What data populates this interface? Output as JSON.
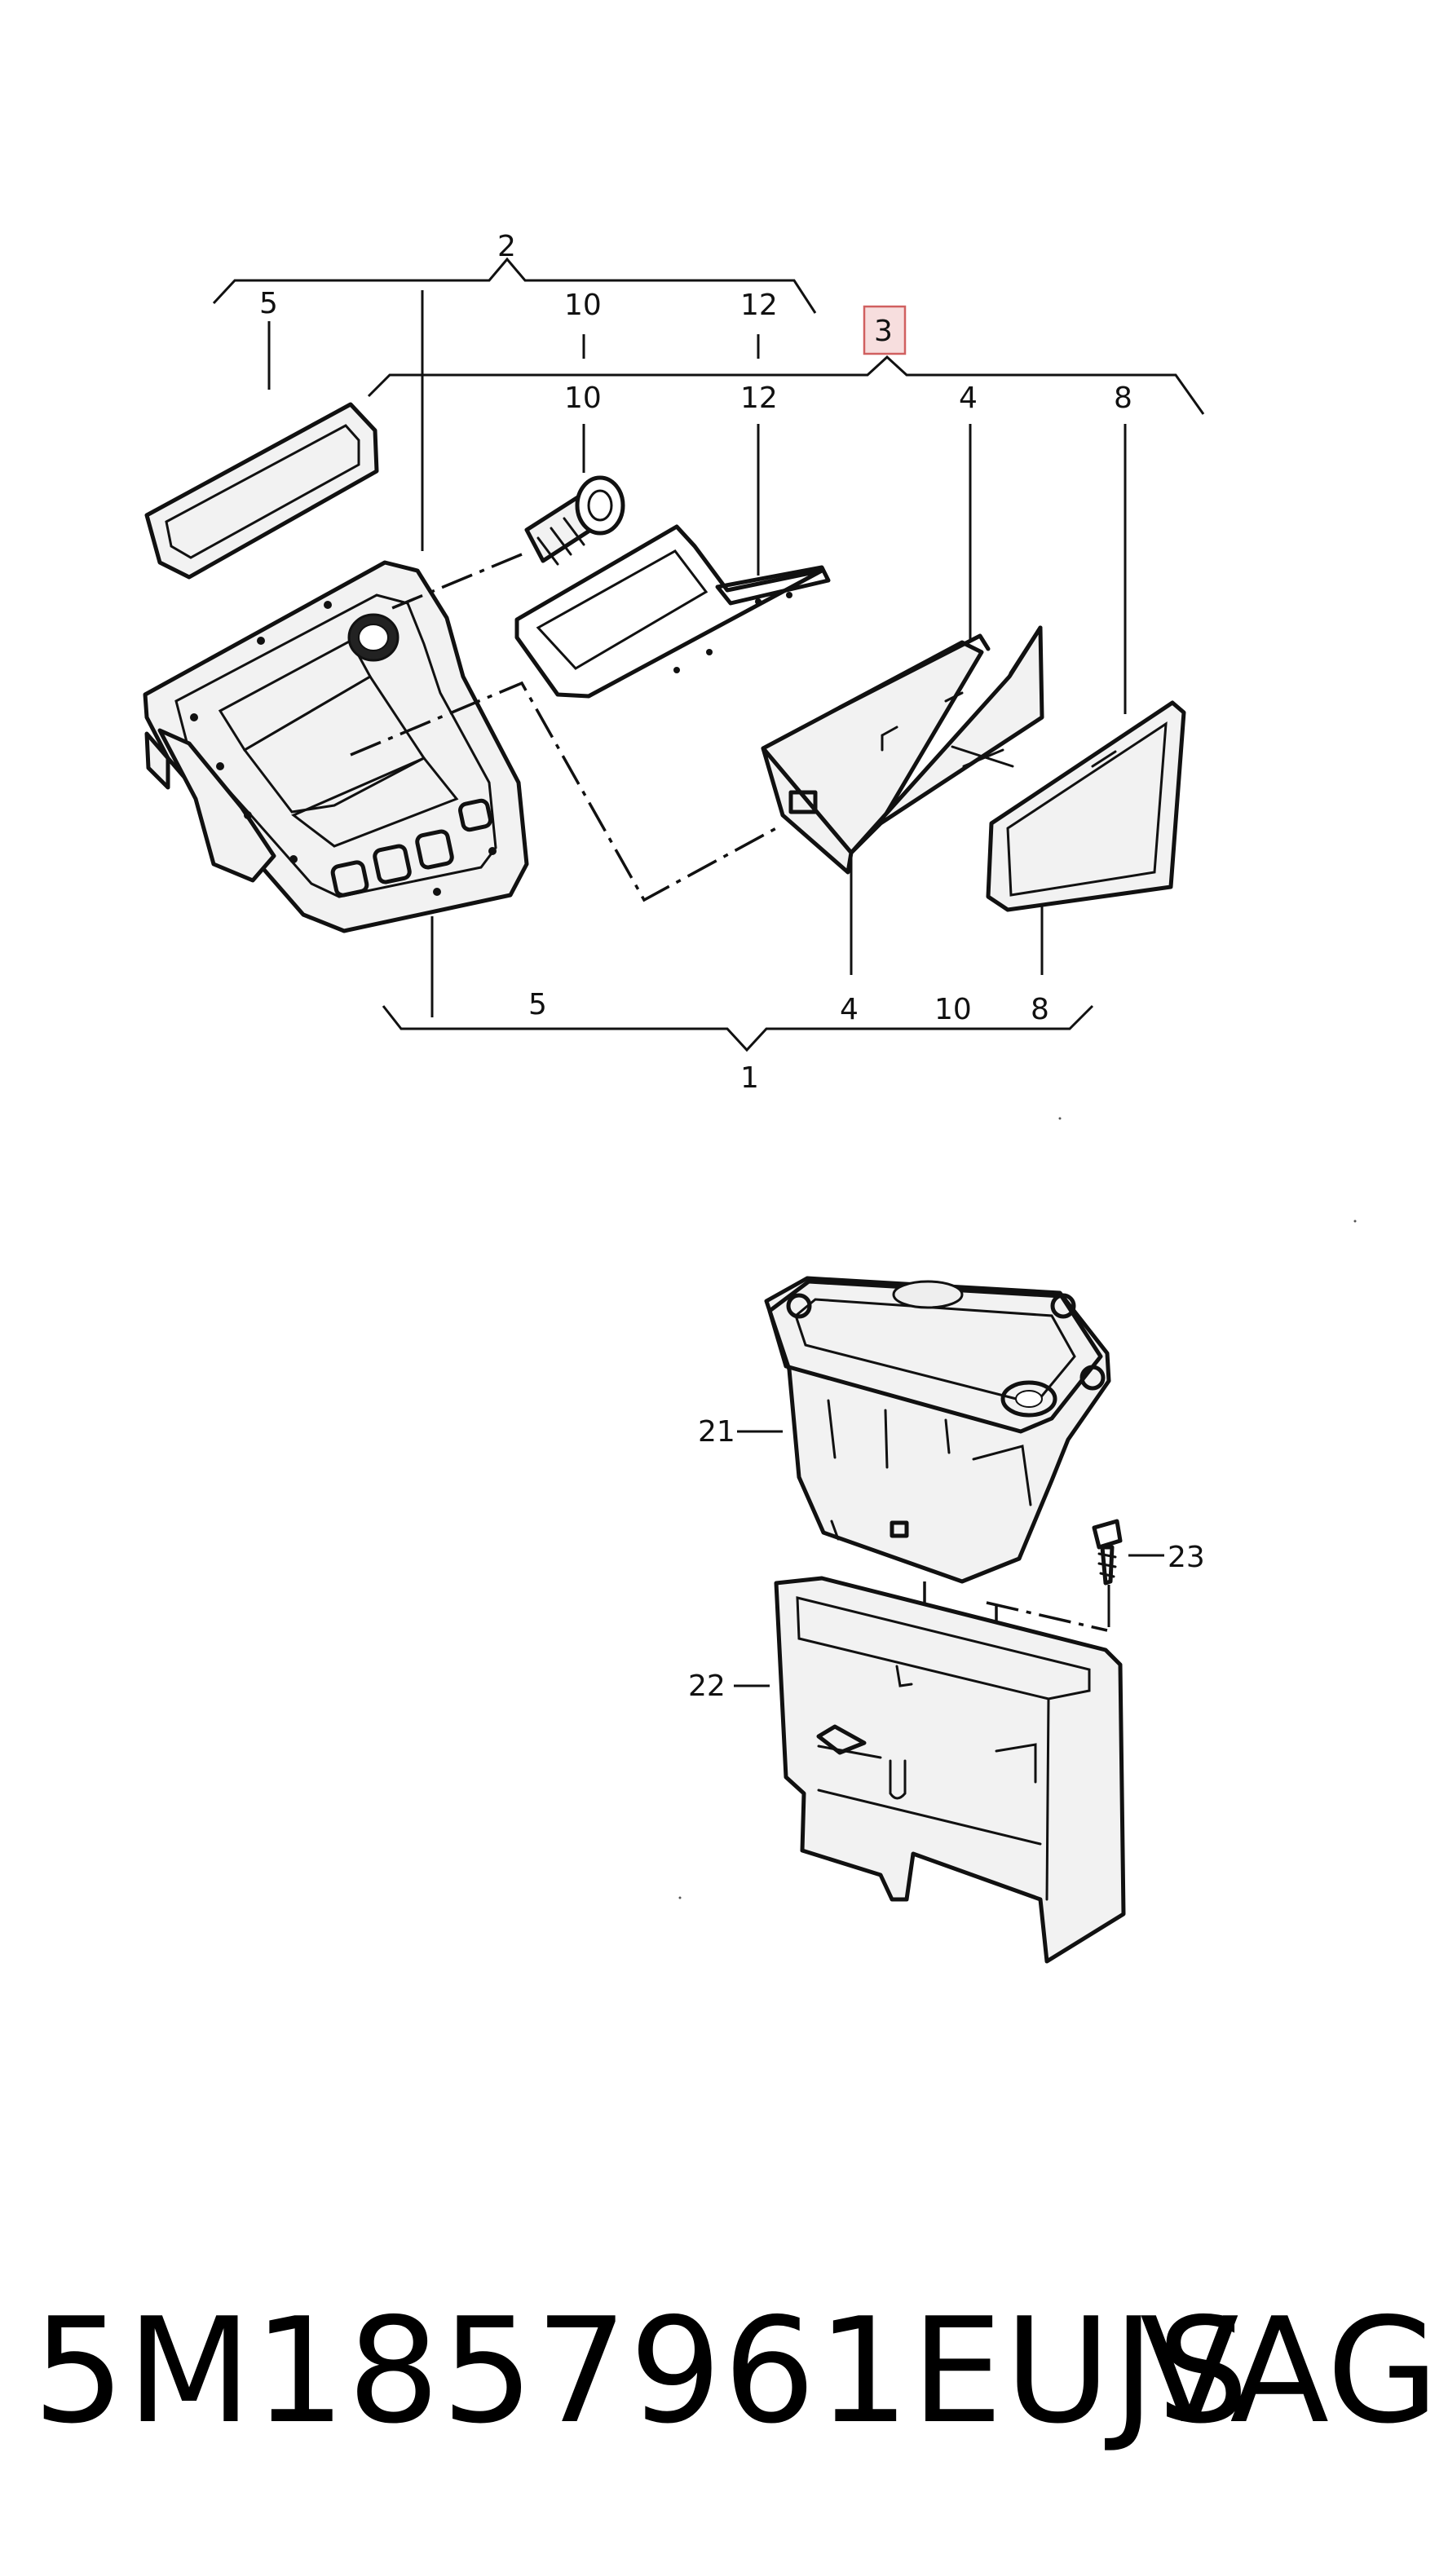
{
  "callouts": {
    "c1": "1",
    "c2": "2",
    "c3": "3",
    "c4_top": "4",
    "c4_bottom": "4",
    "c5_top": "5",
    "c5_bottom": "5",
    "c8_top": "8",
    "c8_bottom": "8",
    "c10_group2": "10",
    "c10_group3": "10",
    "c10_bottom": "10",
    "c12_group2": "12",
    "c12_group3": "12",
    "c21": "21",
    "c22": "22",
    "c23": "23"
  },
  "footer": {
    "part_number": "5M1857961EUJS",
    "brand": "VAG"
  },
  "colors": {
    "line": "#111111",
    "highlight_fill": "#f7dede",
    "highlight_stroke": "#d06060"
  }
}
